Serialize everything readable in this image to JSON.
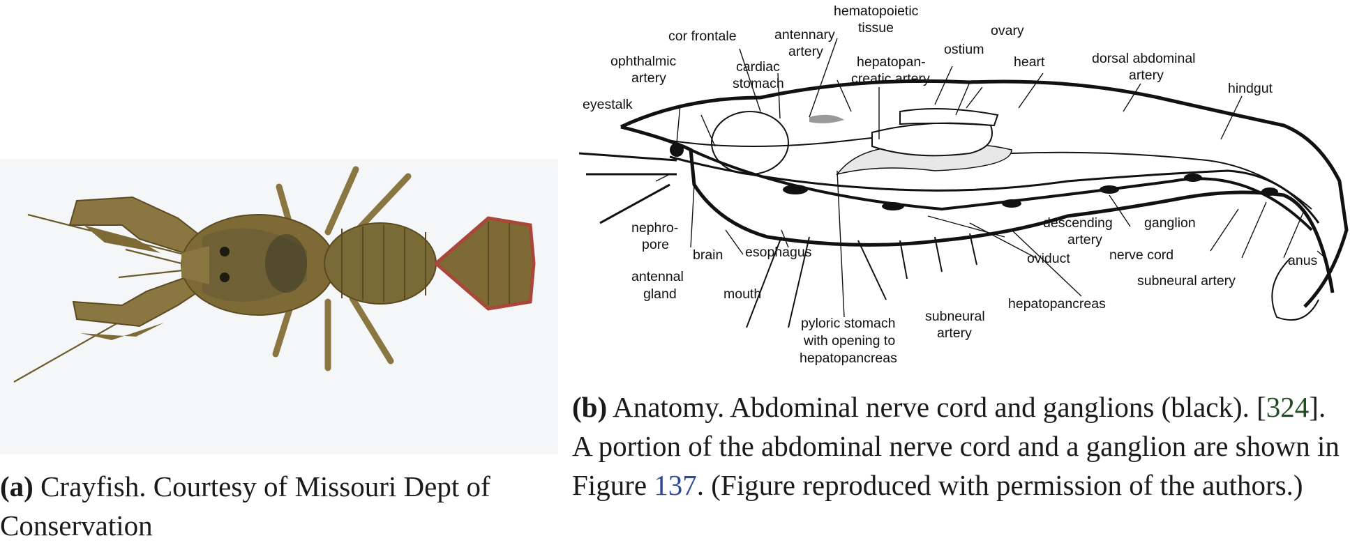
{
  "figure": {
    "panel_a": {
      "caption_tag": "(a)",
      "caption_text": "Crayfish. Courtesy of Missouri Dept of Conservation"
    },
    "panel_b": {
      "caption_tag": "(b)",
      "caption_part1": "Anatomy. Abdominal nerve cord and ganglions (black). [",
      "caption_cite": "324",
      "caption_part2": "]. A portion of the abdominal nerve cord and a ganglion are shown in Figure ",
      "caption_figref": "137",
      "caption_part3": ". (Figure reproduced with permission of the authors.)",
      "labels": {
        "hematopoietic_1": "hematopoietic",
        "hematopoietic_2": "tissue",
        "cor_frontale": "cor frontale",
        "antennary_1": "antennary",
        "antennary_2": "artery",
        "ovary": "ovary",
        "ostium": "ostium",
        "ophthalmic_1": "ophthalmic",
        "ophthalmic_2": "artery",
        "cardiac_1": "cardiac",
        "cardiac_2": "stomach",
        "hepatopan_1": "hepatopan-",
        "hepatopan_2": "creatic artery",
        "heart": "heart",
        "dorsal_1": "dorsal abdominal",
        "dorsal_2": "artery",
        "hindgut": "hindgut",
        "eyestalk": "eyestalk",
        "nephro_1": "nephro-",
        "nephro_2": "pore",
        "brain": "brain",
        "esophagus": "esophagus",
        "descending_1": "descending",
        "descending_2": "artery",
        "ganglion": "ganglion",
        "oviduct": "oviduct",
        "nerve_cord": "nerve cord",
        "anus": "anus",
        "antennal_1": "antennal",
        "antennal_2": "gland",
        "mouth": "mouth",
        "subneural_artery_right": "subneural artery",
        "hepatopancreas": "hepatopancreas",
        "pyloric_1": "pyloric stomach",
        "pyloric_2": "with opening to",
        "pyloric_3": "hepatopancreas",
        "subneural_1": "subneural",
        "subneural_2": "artery"
      }
    }
  },
  "colors": {
    "shell": "#7e6a35",
    "shell_dark": "#5b4a22",
    "tail_fringe": "#a8473a",
    "photo_bg": "#f4f6f8",
    "ink": "#111111",
    "figref_link": "#2c4a9a",
    "cite_link": "#1f4d1f"
  }
}
